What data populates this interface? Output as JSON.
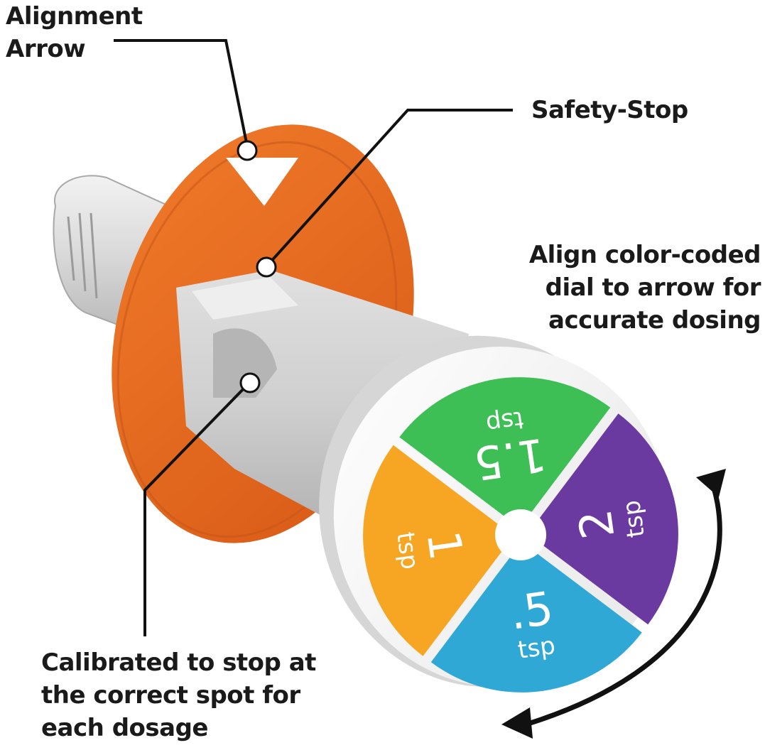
{
  "callouts": {
    "alignment_arrow": [
      "Alignment",
      "Arrow"
    ],
    "safety_stop": "Safety-Stop",
    "align_dial": [
      "Align color-coded",
      "dial to arrow for",
      "accurate dosing"
    ],
    "calibrated": [
      "Calibrated to stop at",
      "the correct spot for",
      "each dosage"
    ]
  },
  "dial": {
    "segments": [
      {
        "value": "1.5",
        "unit": "tsp",
        "color": "#3dbf55"
      },
      {
        "value": "2",
        "unit": "tsp",
        "color": "#6b3aa0"
      },
      {
        "value": ".5",
        "unit": "tsp",
        "color": "#2fa8d6"
      },
      {
        "value": "1",
        "unit": "tsp",
        "color": "#f6a623"
      }
    ]
  },
  "colors": {
    "flange": "#e96a1e",
    "flange_dark": "#c9561a",
    "barrel": "#c9c9c9",
    "cap": "#ffffff",
    "leader_line": "#111111"
  }
}
